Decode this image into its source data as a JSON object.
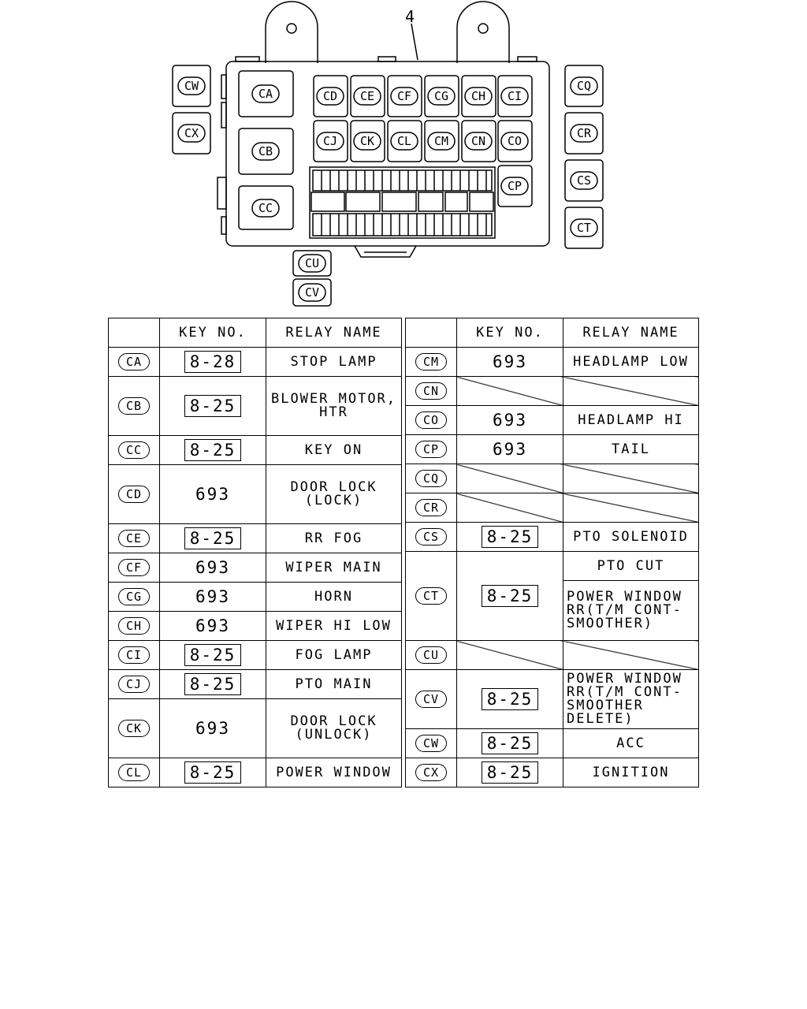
{
  "diagram": {
    "callout": "4",
    "box_codes": [
      "CA",
      "CB",
      "CC",
      "CD",
      "CE",
      "CF",
      "CG",
      "CH",
      "CI",
      "CJ",
      "CK",
      "CL",
      "CM",
      "CN",
      "CO",
      "CP"
    ],
    "external_codes": [
      "CW",
      "CX",
      "CQ",
      "CR",
      "CS",
      "CT",
      "CU",
      "CV"
    ]
  },
  "table_headers": {
    "key": "KEY NO.",
    "relay": "RELAY NAME"
  },
  "left_rows": [
    {
      "code": "CA",
      "key": "8-28",
      "boxed": true,
      "name": "STOP LAMP"
    },
    {
      "code": "CB",
      "key": "8-25",
      "boxed": true,
      "name": "BLOWER MOTOR,\nHTR"
    },
    {
      "code": "CC",
      "key": "8-25",
      "boxed": true,
      "name": "KEY ON"
    },
    {
      "code": "CD",
      "key": "693",
      "boxed": false,
      "name": "DOOR LOCK\n(LOCK)"
    },
    {
      "code": "CE",
      "key": "8-25",
      "boxed": true,
      "name": "RR FOG"
    },
    {
      "code": "CF",
      "key": "693",
      "boxed": false,
      "name": "WIPER MAIN"
    },
    {
      "code": "CG",
      "key": "693",
      "boxed": false,
      "name": "HORN"
    },
    {
      "code": "CH",
      "key": "693",
      "boxed": false,
      "name": "WIPER HI LOW"
    },
    {
      "code": "CI",
      "key": "8-25",
      "boxed": true,
      "name": "FOG LAMP"
    },
    {
      "code": "CJ",
      "key": "8-25",
      "boxed": true,
      "name": "PTO MAIN"
    },
    {
      "code": "CK",
      "key": "693",
      "boxed": false,
      "name": "DOOR LOCK\n(UNLOCK)"
    },
    {
      "code": "CL",
      "key": "8-25",
      "boxed": true,
      "name": "POWER WINDOW"
    }
  ],
  "right_rows": [
    {
      "code": "CM",
      "key": "693",
      "boxed": false,
      "name": "HEADLAMP LOW"
    },
    {
      "code": "CN",
      "key": "",
      "boxed": false,
      "name": ""
    },
    {
      "code": "CO",
      "key": "693",
      "boxed": false,
      "name": "HEADLAMP HI"
    },
    {
      "code": "CP",
      "key": "693",
      "boxed": false,
      "name": "TAIL"
    },
    {
      "code": "CQ",
      "key": "",
      "boxed": false,
      "name": ""
    },
    {
      "code": "CR",
      "key": "",
      "boxed": false,
      "name": ""
    },
    {
      "code": "CS",
      "key": "8-25",
      "boxed": true,
      "name": "PTO SOLENOID"
    },
    {
      "code": "CT",
      "key": "8-25",
      "boxed": true,
      "name": "PTO CUT",
      "name2": "POWER WINDOW\nRR(T/M CONT-\nSMOOTHER)"
    },
    {
      "code": "CU",
      "key": "",
      "boxed": false,
      "name": ""
    },
    {
      "code": "CV",
      "key": "8-25",
      "boxed": true,
      "name": "POWER WINDOW\nRR(T/M CONT-\nSMOOTHER\nDELETE)"
    },
    {
      "code": "CW",
      "key": "8-25",
      "boxed": true,
      "name": "ACC"
    },
    {
      "code": "CX",
      "key": "8-25",
      "boxed": true,
      "name": "IGNITION"
    }
  ]
}
